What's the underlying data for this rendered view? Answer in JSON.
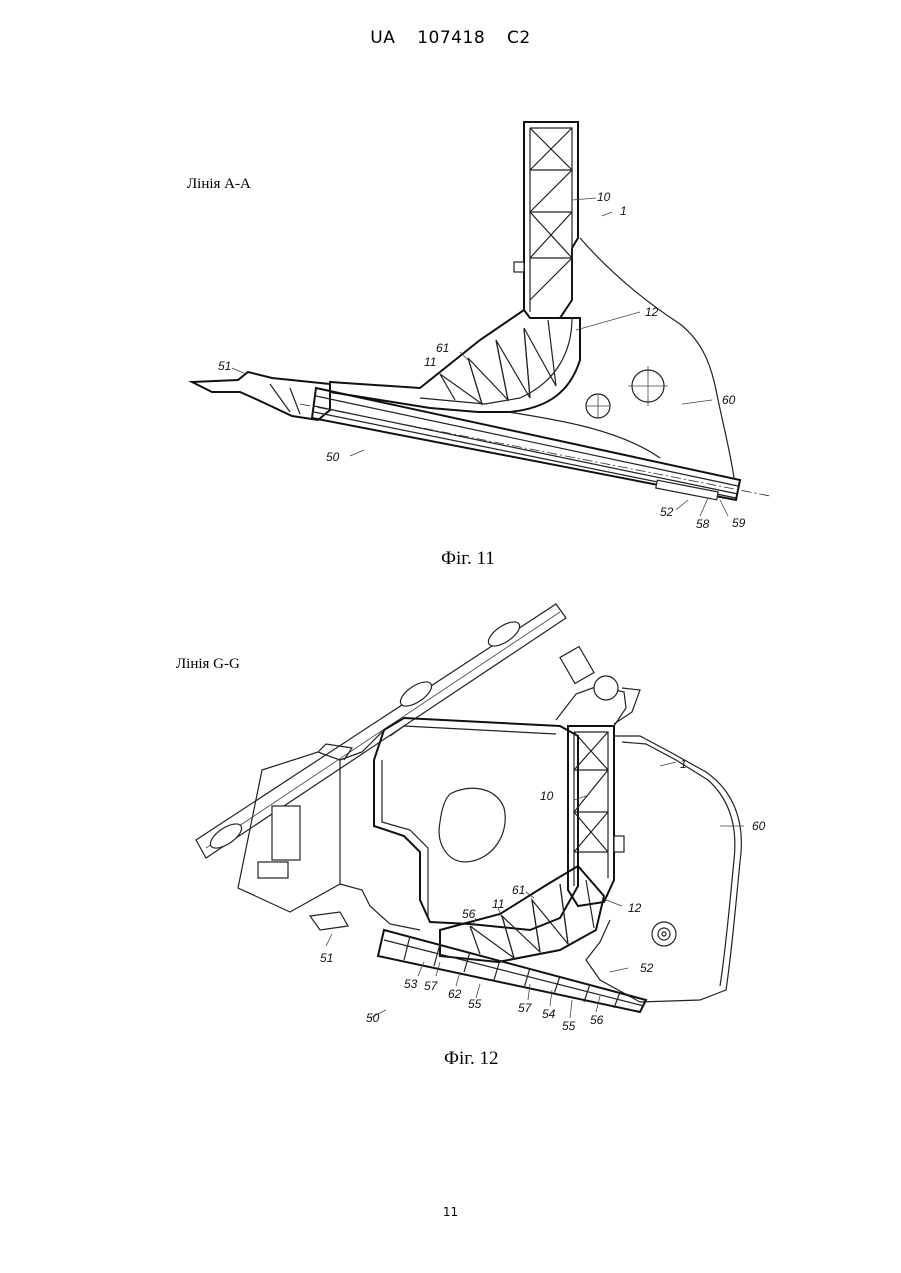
{
  "header": {
    "country": "UA",
    "number": "107418",
    "kind": "C2"
  },
  "figure11": {
    "section_label": "Лінія А-А",
    "caption": "Фіг. 11",
    "labels": [
      "10",
      "1",
      "12",
      "61",
      "11",
      "51",
      "60",
      "50",
      "52",
      "58",
      "59"
    ]
  },
  "figure12": {
    "section_label": "Лінія G-G",
    "caption": "Фіг. 12",
    "labels": [
      "1",
      "10",
      "60",
      "61",
      "56",
      "11",
      "12",
      "51",
      "53",
      "57",
      "62",
      "55",
      "52",
      "57",
      "54",
      "55",
      "56",
      "50"
    ]
  },
  "page_number": "11"
}
